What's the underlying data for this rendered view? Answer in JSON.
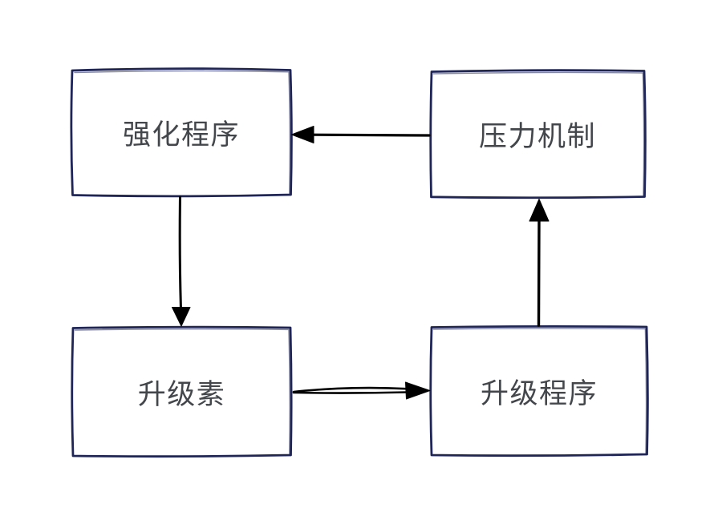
{
  "diagram": {
    "type": "flowchart-cycle",
    "nodes": [
      {
        "id": "reinforcement-program",
        "label": "强化程序",
        "position": "top-left"
      },
      {
        "id": "pressure-mechanism",
        "label": "压力机制",
        "position": "top-right"
      },
      {
        "id": "upgrade-element",
        "label": "升级素",
        "position": "bottom-left"
      },
      {
        "id": "upgrade-program",
        "label": "升级程序",
        "position": "bottom-right"
      }
    ],
    "edges": [
      {
        "from": "pressure-mechanism",
        "to": "reinforcement-program",
        "direction": "left"
      },
      {
        "from": "reinforcement-program",
        "to": "upgrade-element",
        "direction": "down"
      },
      {
        "from": "upgrade-element",
        "to": "upgrade-program",
        "direction": "right"
      },
      {
        "from": "upgrade-program",
        "to": "pressure-mechanism",
        "direction": "up"
      }
    ],
    "colors": {
      "canvas_background": "#ffffff",
      "node_border": "#1f2657",
      "node_fill": "#ffffff",
      "arrow": "#000000",
      "label_text": "#43474c"
    }
  }
}
